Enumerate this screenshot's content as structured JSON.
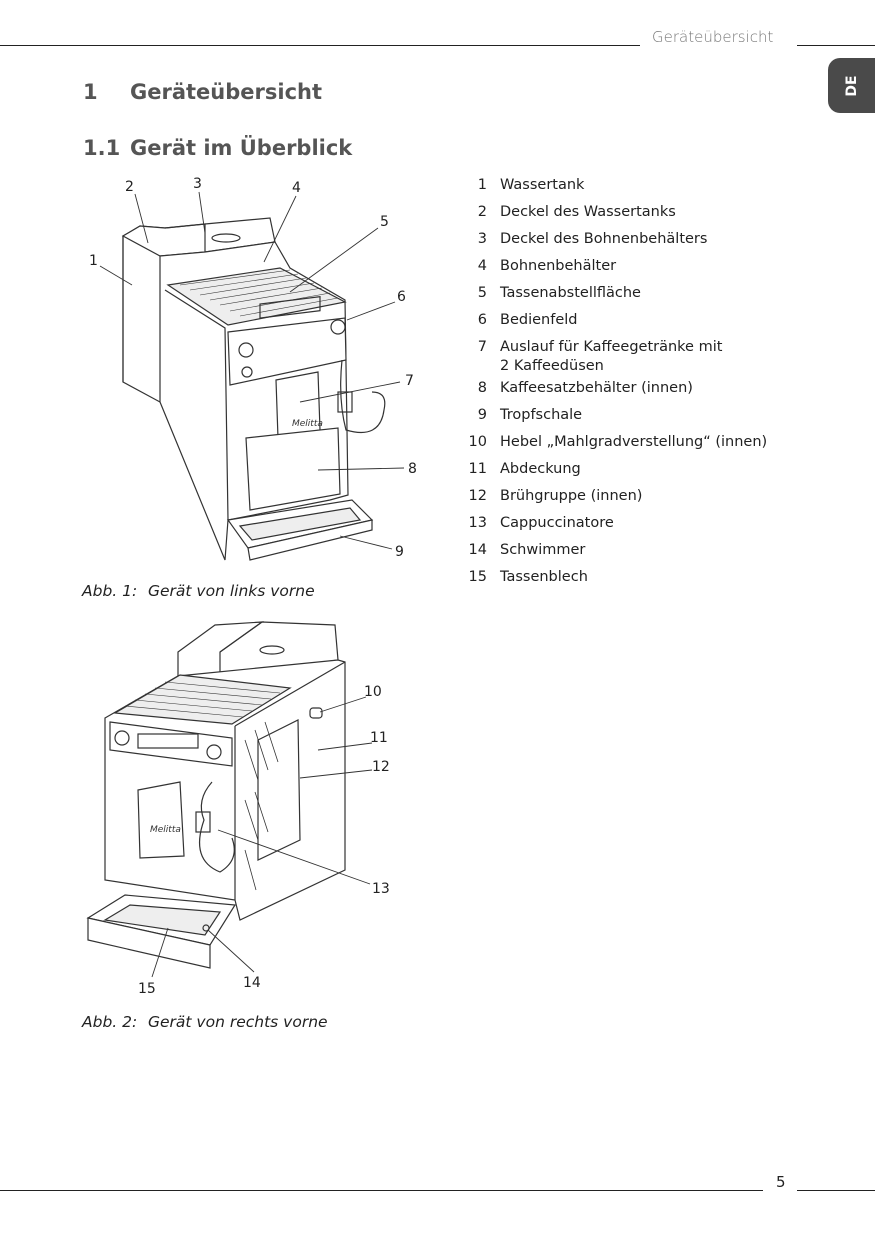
{
  "header": {
    "running_title": "Geräteübersicht",
    "language_tab": "DE"
  },
  "section": {
    "number": "1",
    "title": "Geräteübersicht"
  },
  "subsection": {
    "number": "1.1",
    "title": "Gerät im Überblick"
  },
  "figures": [
    {
      "label": "Abb. 1:",
      "caption": "Gerät von links vorne",
      "callouts": [
        "1",
        "2",
        "3",
        "4",
        "5",
        "6",
        "7",
        "8",
        "9"
      ]
    },
    {
      "label": "Abb. 2:",
      "caption": "Gerät von rechts vorne",
      "callouts": [
        "10",
        "11",
        "12",
        "13",
        "14",
        "15"
      ]
    }
  ],
  "parts": [
    {
      "n": "1",
      "name": "Wassertank"
    },
    {
      "n": "2",
      "name": "Deckel des Wassertanks"
    },
    {
      "n": "3",
      "name": "Deckel des Bohnenbehälters"
    },
    {
      "n": "4",
      "name": "Bohnenbehälter"
    },
    {
      "n": "5",
      "name": "Tassenabstellfläche"
    },
    {
      "n": "6",
      "name": "Bedienfeld"
    },
    {
      "n": "7",
      "name": "Auslauf für Kaffeegetränke mit",
      "name2": "2 Kaffeedüsen"
    },
    {
      "n": "8",
      "name": "Kaffeesatzbehälter (innen)"
    },
    {
      "n": "9",
      "name": "Tropfschale"
    },
    {
      "n": "10",
      "name": "Hebel „Mahlgradverstellung“ (innen)"
    },
    {
      "n": "11",
      "name": "Abdeckung"
    },
    {
      "n": "12",
      "name": "Brühgruppe (innen)"
    },
    {
      "n": "13",
      "name": "Cappuccinatore"
    },
    {
      "n": "14",
      "name": "Schwimmer"
    },
    {
      "n": "15",
      "name": "Tassenblech"
    }
  ],
  "footer": {
    "page_number": "5"
  }
}
